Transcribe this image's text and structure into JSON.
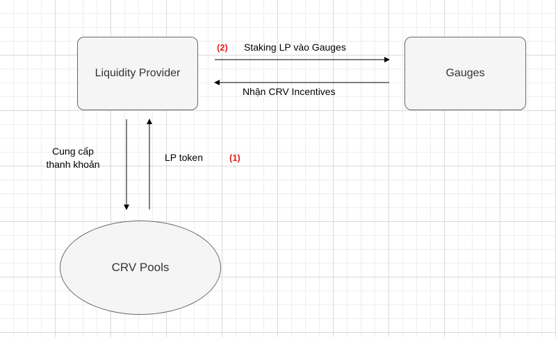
{
  "nodes": {
    "liquidity_provider": "Liquidity Provider",
    "gauges": "Gauges",
    "crv_pools": "CRV Pools"
  },
  "edges": {
    "staking_lp": "Staking LP vào Gauges",
    "nhan_crv": "Nhận CRV Incentives",
    "cung_cap_line1": "Cung cấp",
    "cung_cap_line2": "thanh khoản",
    "lp_token": "LP token"
  },
  "markers": {
    "step1": "(1)",
    "step2": "(2)"
  },
  "colors": {
    "node_fill": "#f5f5f5",
    "node_stroke": "#666666",
    "node_text": "#333333",
    "marker": "#e02020",
    "arrow": "#000000"
  }
}
